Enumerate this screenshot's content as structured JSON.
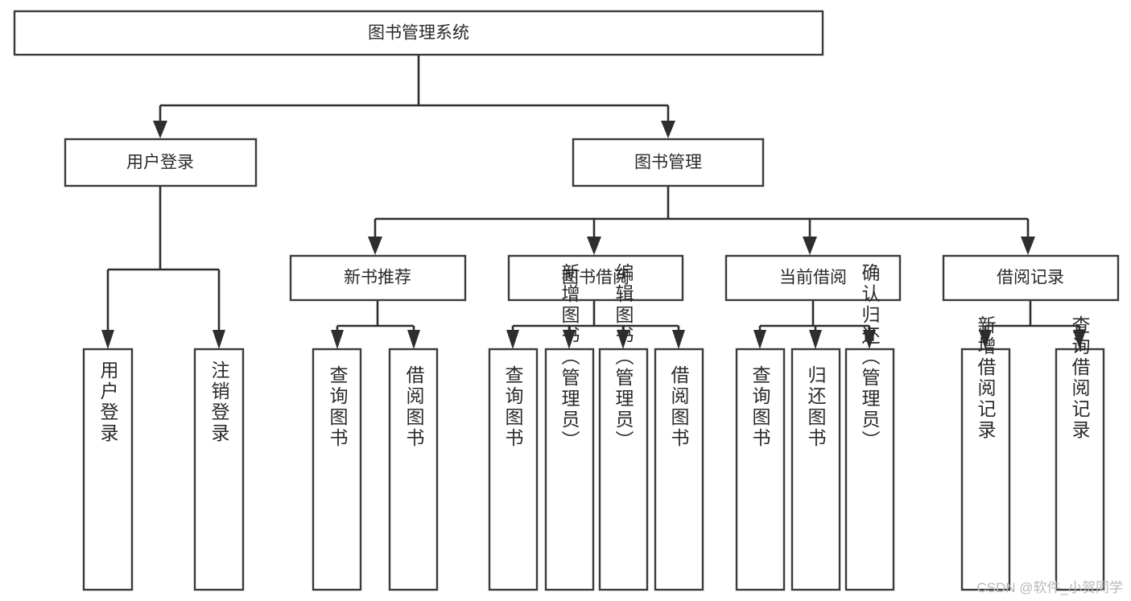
{
  "diagram": {
    "type": "tree-hierarchy",
    "title": "图书管理系统",
    "nodes": {
      "root": {
        "label": "图书管理系统",
        "level": 1,
        "orientation": "horizontal"
      },
      "l2": [
        {
          "id": "user-login",
          "label": "用户登录",
          "orientation": "horizontal"
        },
        {
          "id": "book-manage",
          "label": "图书管理",
          "orientation": "horizontal"
        }
      ],
      "l3": [
        {
          "id": "new-book-recommend",
          "label": "新书推荐",
          "orientation": "horizontal",
          "parent": "book-manage"
        },
        {
          "id": "book-borrow",
          "label": "图书借阅",
          "orientation": "horizontal",
          "parent": "book-manage"
        },
        {
          "id": "current-borrow",
          "label": "当前借阅",
          "orientation": "horizontal",
          "parent": "book-manage"
        },
        {
          "id": "borrow-record",
          "label": "借阅记录",
          "orientation": "horizontal",
          "parent": "book-manage"
        }
      ],
      "leaves": [
        {
          "id": "leaf-user-login",
          "label": "用户登录",
          "parent": "user-login"
        },
        {
          "id": "leaf-logout-login",
          "label": "注销登录",
          "parent": "user-login"
        },
        {
          "id": "leaf-query-book-1",
          "label": "查询图书",
          "parent": "new-book-recommend"
        },
        {
          "id": "leaf-borrow-book-1",
          "label": "借阅图书",
          "parent": "new-book-recommend"
        },
        {
          "id": "leaf-query-book-2",
          "label": "查询图书",
          "parent": "book-borrow"
        },
        {
          "id": "leaf-add-book",
          "label": "新增图书（管理员）",
          "parent": "book-borrow"
        },
        {
          "id": "leaf-edit-book",
          "label": "编辑图书（管理员）",
          "parent": "book-borrow"
        },
        {
          "id": "leaf-borrow-book-2",
          "label": "借阅图书",
          "parent": "book-borrow"
        },
        {
          "id": "leaf-query-book-3",
          "label": "查询图书",
          "parent": "current-borrow"
        },
        {
          "id": "leaf-return-book",
          "label": "归还图书",
          "parent": "current-borrow"
        },
        {
          "id": "leaf-confirm-return",
          "label": "确认归还（管理员）",
          "parent": "current-borrow"
        },
        {
          "id": "leaf-add-record",
          "label": "新增借阅记录",
          "parent": "borrow-record"
        },
        {
          "id": "leaf-query-record",
          "label": "查询借阅记录",
          "parent": "borrow-record"
        }
      ]
    },
    "colors": {
      "box_stroke": "#3b3b3b",
      "box_fill": "#ffffff",
      "connector": "#2e2e2e",
      "text": "#2a2a2a",
      "watermark": "#b9b9b9",
      "background": "#ffffff"
    }
  },
  "watermark": {
    "text": "CSDN @软件_小贺同学"
  }
}
